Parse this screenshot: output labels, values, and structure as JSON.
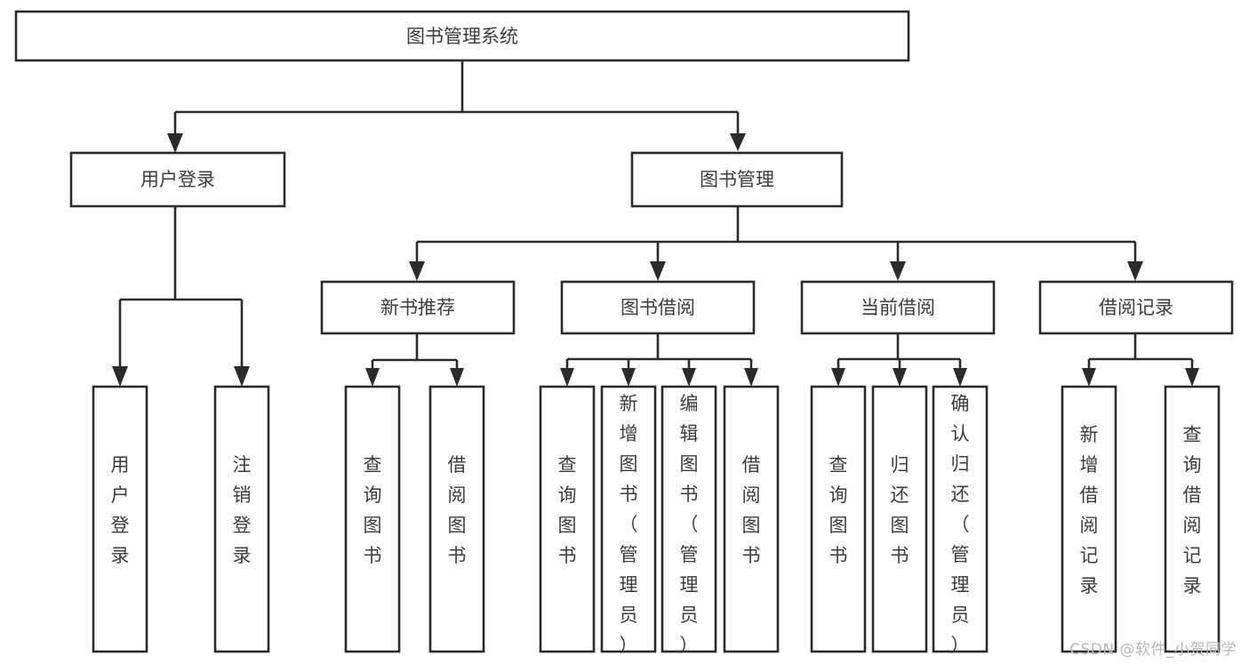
{
  "diagram": {
    "title": "图书管理系统",
    "type": "tree-hierarchy-chart",
    "colors": {
      "box_stroke": "#2b2b2b",
      "box_fill": "#ffffff",
      "text": "#3c3c3c",
      "connector": "#2b2b2b",
      "watermark": "#b8b8b8",
      "background": "#ffffff"
    },
    "root": {
      "label": "图书管理系统"
    },
    "level2": [
      {
        "label": "用户登录"
      },
      {
        "label": "图书管理"
      }
    ],
    "level3": [
      {
        "label": "新书推荐"
      },
      {
        "label": "图书借阅"
      },
      {
        "label": "当前借阅"
      },
      {
        "label": "借阅记录"
      }
    ],
    "leaves": {
      "user_login": [
        {
          "label": "用户登录"
        },
        {
          "label": "注销登录"
        }
      ],
      "new_book_recommend": [
        {
          "label": "查询图书"
        },
        {
          "label": "借阅图书"
        }
      ],
      "book_borrow": [
        {
          "label": "查询图书"
        },
        {
          "label": "新增图书（管理员）"
        },
        {
          "label": "编辑图书（管理员）"
        },
        {
          "label": "借阅图书"
        }
      ],
      "current_borrow": [
        {
          "label": "查询图书"
        },
        {
          "label": "归还图书"
        },
        {
          "label": "确认归还（管理员）"
        }
      ],
      "borrow_record": [
        {
          "label": "新增借阅记录"
        },
        {
          "label": "查询借阅记录"
        }
      ]
    }
  },
  "watermark": {
    "text": "CSDN @软件_小贺同学"
  }
}
